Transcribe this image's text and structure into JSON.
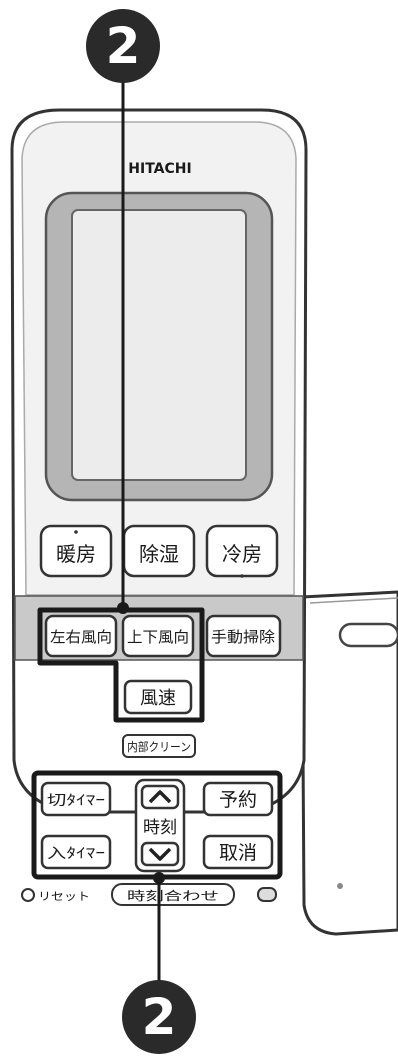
{
  "callouts": {
    "top": "2",
    "bottom": "2"
  },
  "remote": {
    "brand": "HITACHI",
    "mode_buttons": [
      {
        "label": "暖房",
        "icon": "sun-dot-icon"
      },
      {
        "label": "除湿"
      },
      {
        "label": "冷房",
        "icon": "snow-dot-icon"
      }
    ],
    "row2": {
      "louver_lr": "左右風向",
      "louver_ud": "上下風向",
      "manual_clean": "手動掃除"
    },
    "fan_speed": "風速",
    "internal_clean": "内部クリーン",
    "timer": {
      "off_timer": "切ﾀｲﾏｰ",
      "on_timer": "入ﾀｲﾏｰ",
      "time_label": "時刻",
      "reserve": "予約",
      "cancel": "取消"
    },
    "bottom": {
      "reset": "リセット",
      "clock_set": "時刻合わせ"
    }
  }
}
